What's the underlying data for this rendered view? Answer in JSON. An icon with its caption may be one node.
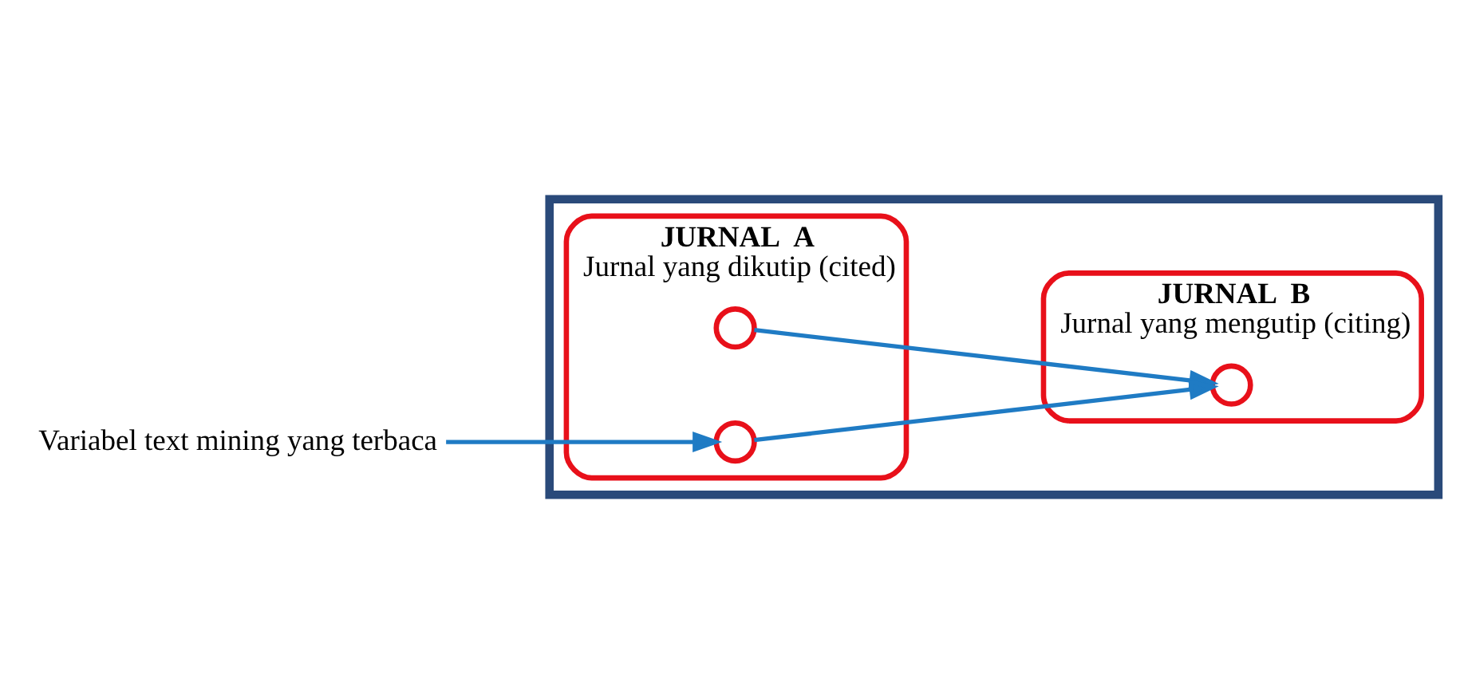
{
  "diagram": {
    "nodes": [
      {
        "text": [],
        "shape": "box"
      },
      {
        "text": [
          "JURNAL  A",
          "Jurnal yang dikutip (cited)"
        ],
        "in": 0
      },
      {
        "text": [],
        "shape": "circle",
        "in": 1
      },
      {
        "text": [],
        "shape": "circle",
        "in": 1
      },
      {
        "text": [
          "JURNAL  B",
          "Jurnal yang mengutip (citing)"
        ],
        "in": 0
      },
      {
        "text": [],
        "shape": "circle",
        "in": 4
      },
      {
        "text": [
          "Variabel text mining yang terbaca"
        ]
      }
    ],
    "edges": [
      {
        "from": 6,
        "to": 3,
        "arrow": "to"
      },
      {
        "from": 2,
        "to": 5,
        "arrow": "to"
      },
      {
        "from": 3,
        "to": 5,
        "arrow": "to"
      }
    ]
  }
}
